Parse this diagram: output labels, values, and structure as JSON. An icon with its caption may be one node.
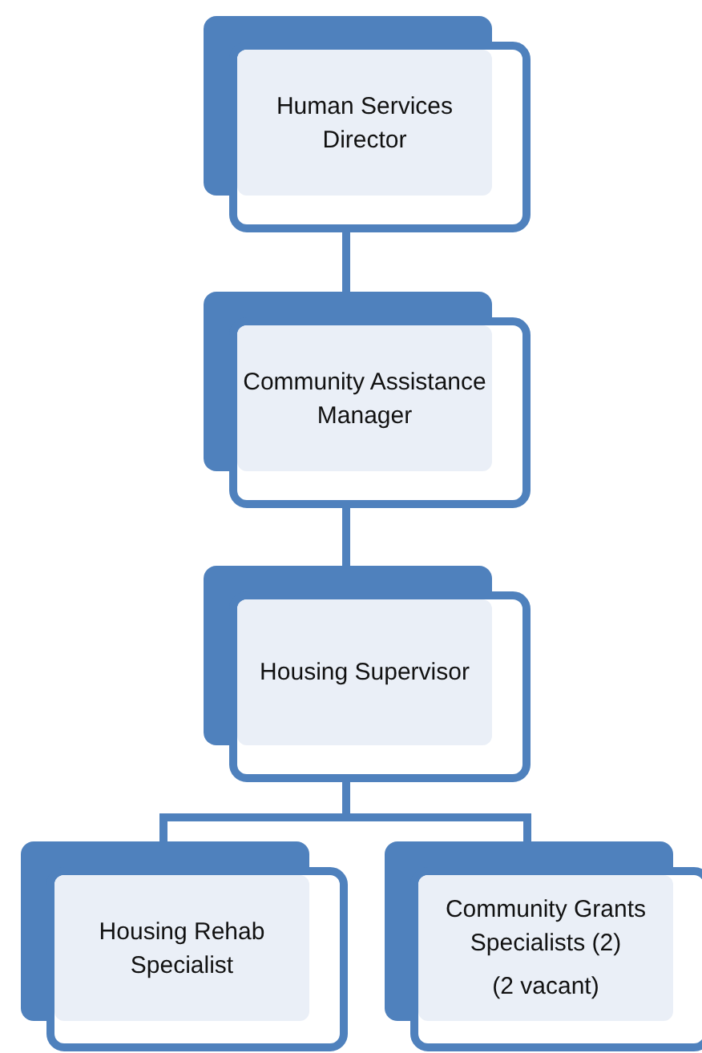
{
  "diagram": {
    "nodes": [
      {
        "text": [
          "Human Services Director"
        ]
      },
      {
        "text": [
          "Community Assistance Manager"
        ]
      },
      {
        "text": [
          "Housing Supervisor"
        ]
      },
      {
        "text": [
          "Housing Rehab Specialist"
        ]
      },
      {
        "text": [
          "Community Grants Specialists (2)",
          "(2 vacant)"
        ]
      }
    ],
    "edges": [
      {
        "from": 0,
        "to": 1,
        "arrow": "none"
      },
      {
        "from": 1,
        "to": 2,
        "arrow": "none"
      },
      {
        "from": 2,
        "to": 3,
        "arrow": "none"
      },
      {
        "from": 2,
        "to": 4,
        "arrow": "none"
      }
    ]
  }
}
